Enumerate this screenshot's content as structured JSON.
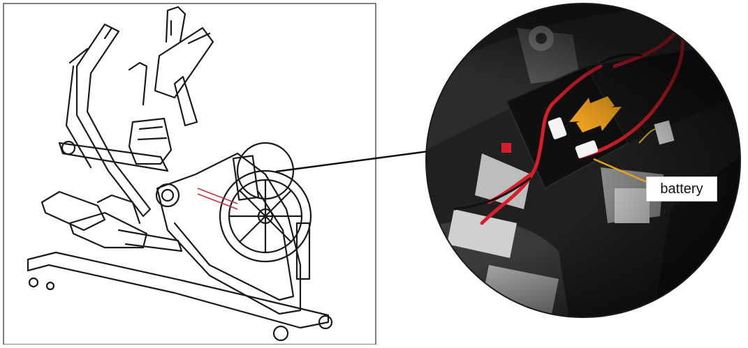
{
  "figure": {
    "callout_label": "battery",
    "colors": {
      "line_art": "#1a1a1a",
      "photo_background": "#1c1c1c",
      "wire_red": "#d81e2a",
      "arrow_orange": "#f2a41f",
      "pointer_orange": "#e8a21a",
      "frame_border": "#555555"
    },
    "panels": {
      "left": "line-drawing-of-elliptical-trainer",
      "right": "circular-detail-photo-of-battery-compartment"
    }
  }
}
